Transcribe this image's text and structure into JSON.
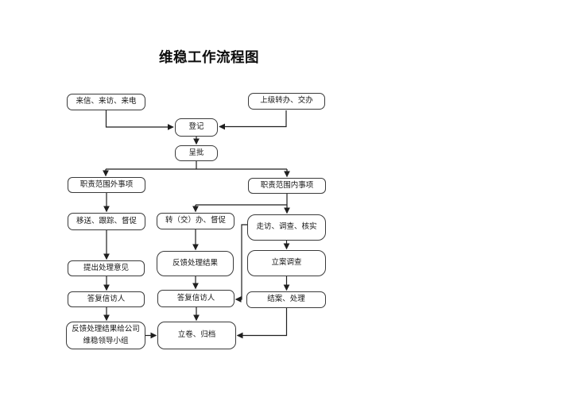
{
  "title": "维稳工作流程图",
  "nodes": {
    "incoming_contacts": {
      "label": "来信、来访、来电"
    },
    "superior_assignment": {
      "label": "上级转办、交办"
    },
    "register": {
      "label": "登记"
    },
    "submit_approval": {
      "label": "呈批"
    },
    "outside_scope": {
      "label": "职责范围外事项"
    },
    "inside_scope": {
      "label": "职责范围内事项"
    },
    "transfer_track": {
      "label": "移送、跟踪、督促"
    },
    "assign_supervise": {
      "label": "转（交）办、督促"
    },
    "visit_verify": {
      "label": "走访、调查、核实"
    },
    "propose_opinion": {
      "label": "提出处理意见"
    },
    "feedback_result": {
      "label": "反馈处理结果"
    },
    "case_investigation": {
      "label": "立案调查"
    },
    "reply_petitioner_left": {
      "label": "答复信访人"
    },
    "reply_petitioner_mid": {
      "label": "答复信访人"
    },
    "close_case": {
      "label": "结案、处理"
    },
    "feedback_leading_group": {
      "label": "反馈处理结果给公司维稳领导小组"
    },
    "file_archive": {
      "label": "立卷、归档"
    }
  },
  "colors": {
    "background": "#ffffff",
    "line": "#1f1f1f",
    "node_border": "#3a3a3a",
    "text": "#161616"
  }
}
